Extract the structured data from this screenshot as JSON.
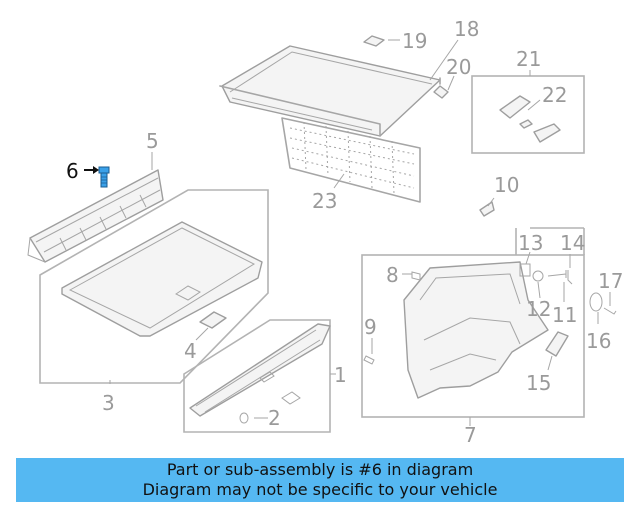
{
  "diagram": {
    "callouts": [
      "1",
      "2",
      "3",
      "4",
      "5",
      "6",
      "7",
      "8",
      "9",
      "10",
      "11",
      "12",
      "13",
      "14",
      "15",
      "16",
      "17",
      "18",
      "19",
      "20",
      "21",
      "22",
      "23"
    ],
    "highlighted_callout": "6",
    "highlight_color": "#111111",
    "callout_color": "#9a9a9a",
    "highlight_part_color": "#3aa0e8"
  },
  "banner": {
    "line1": "Part or sub-assembly is #6 in diagram",
    "line2": "Diagram may not be specific to your vehicle",
    "background": "#55b8f2"
  }
}
